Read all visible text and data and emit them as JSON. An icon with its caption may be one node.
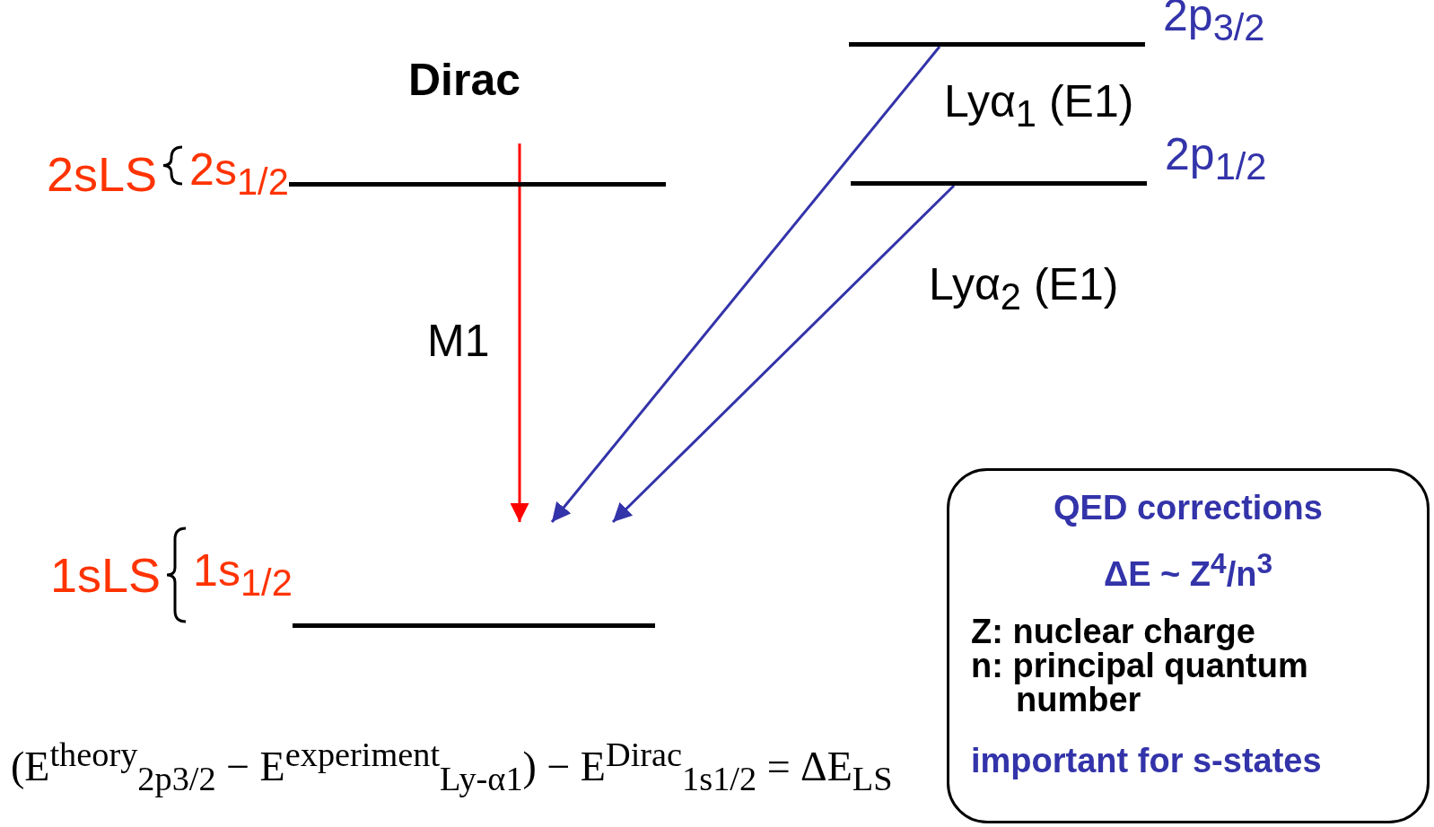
{
  "diagram": {
    "title": "Dirac",
    "nodes": [
      {
        "text": [
          "2s$_{1/2}$"
        ],
        "beside": [
          "2sLS"
        ]
      },
      {
        "text": [
          "1s$_{1/2}$"
        ],
        "beside": [
          "1sLS"
        ]
      },
      {
        "text": [
          "2p$_{3/2}$"
        ]
      },
      {
        "text": [
          "2p$_{1/2}$"
        ]
      },
      {
        "text": [
          "QED corrections",
          "ΔE  ~ Z$^{4}$/n$^{3}$",
          "Z: nuclear charge",
          "n: principal quantum number",
          "important for s-states"
        ]
      }
    ],
    "edges": [
      {
        "from": 0,
        "to": 1,
        "arrow": "to",
        "label": "M1",
        "color": "#ff0000"
      },
      {
        "from": 2,
        "to": 1,
        "arrow": "to",
        "label": "Lyα$_{1}$ (E1)"
      },
      {
        "from": 3,
        "to": 1,
        "arrow": "to",
        "label": "Lyα$_{2}$ (E1)"
      }
    ],
    "labels": [
      "(E$^{theory}$$_{2p3/2}$ − E$^{experiment}$$_{Ly-α1}$) − E$^{Dirac}$$_{1s1/2}$ = ΔE$_{LS}$"
    ]
  }
}
